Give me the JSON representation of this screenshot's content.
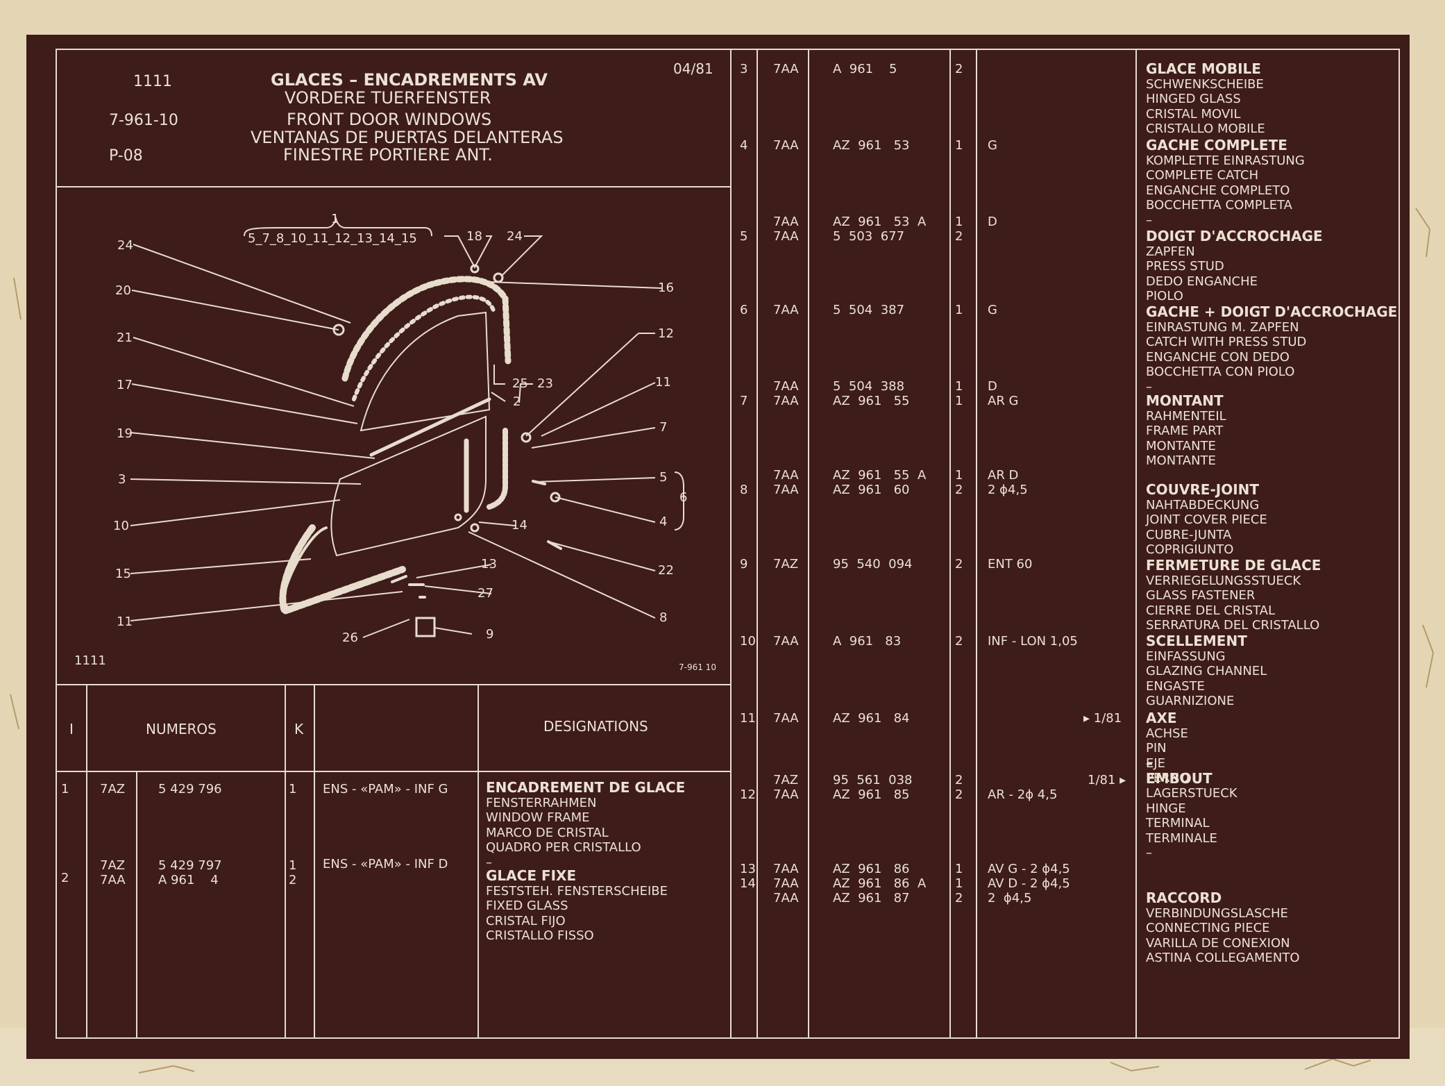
{
  "sheet": {
    "code": "1111",
    "ref": "7-961-10",
    "prod": "P-08",
    "date": "04/81",
    "title": [
      "GLACES – ENCADREMENTS AV",
      "VORDERE TUERFENSTER",
      "FRONT DOOR WINDOWS",
      "VENTANAS DE PUERTAS DELANTERAS",
      "FINESTRE PORTIERE ANT."
    ]
  },
  "diagram": {
    "code": "1111",
    "ref": "7-961 10",
    "group_label": "1",
    "group_numbers": "5_7_8_10_11_12_13_14_15",
    "left_callouts": [
      "24",
      "20",
      "21",
      "17",
      "19",
      "3",
      "10",
      "15",
      "11",
      "26"
    ],
    "top_callouts": [
      "18",
      "24"
    ],
    "right_callouts": [
      "16",
      "12",
      "25",
      "23",
      "2",
      "11",
      "7",
      "5",
      "6",
      "4",
      "14",
      "22",
      "13",
      "27",
      "8",
      "9"
    ]
  },
  "headers": {
    "col_i": "I",
    "col_numeros": "NUMEROS",
    "col_k": "K",
    "col_designations": "DESIGNATIONS"
  },
  "items_left": [
    {
      "ref": "1",
      "pre": "7AZ",
      "num": "5 429 796",
      "qty": "1",
      "note": "ENS - «PAM» - INF G",
      "desc": [
        "ENCADREMENT DE GLACE",
        "FENSTERRAHMEN",
        "WINDOW FRAME",
        "MARCO DE CRISTAL",
        "QUADRO PER CRISTALLO",
        "–"
      ]
    },
    {
      "ref": "2",
      "pre": "7AZ\n7AA",
      "num": "5 429 797\nA 961    4",
      "qty": "1\n2",
      "note": "ENS - «PAM» - INF D",
      "desc": [
        "GLACE FIXE",
        "FESTSTEH. FENSTERSCHEIBE",
        "FIXED GLASS",
        "CRISTAL FIJO",
        "CRISTALLO FISSO"
      ]
    }
  ],
  "items_right": [
    {
      "ref": "3",
      "pre": "7AA",
      "num": "A  961    5",
      "qty": "2",
      "note": "",
      "extra": "",
      "desc": [
        "GLACE MOBILE",
        "SCHWENKSCHEIBE",
        "HINGED GLASS",
        "CRISTAL MOVIL",
        "CRISTALLO MOBILE"
      ]
    },
    {
      "ref": "4",
      "pre": "7AA",
      "num": "AZ  961   53",
      "qty": "1",
      "note": "G",
      "extra": "",
      "desc": [
        "GACHE COMPLETE",
        "KOMPLETTE EINRASTUNG",
        "COMPLETE CATCH",
        "ENGANCHE COMPLETO",
        "BOCCHETTA COMPLETA",
        "–"
      ]
    },
    {
      "ref": "5",
      "pre": "7AA\n7AA",
      "num": "AZ  961   53  A\n5  503  677",
      "qty": "1\n2",
      "note": "D",
      "extra": "",
      "desc": [
        "DOIGT D'ACCROCHAGE",
        "ZAPFEN",
        "PRESS STUD",
        "DEDO ENGANCHE",
        "PIOLO"
      ]
    },
    {
      "ref": "6",
      "pre": "7AA",
      "num": "5  504  387",
      "qty": "1",
      "note": "G",
      "extra": "",
      "desc": [
        "GACHE + DOIGT D'ACCROCHAGE",
        "EINRASTUNG M. ZAPFEN",
        "CATCH WITH PRESS STUD",
        "ENGANCHE CON DEDO",
        "BOCCHETTA CON PIOLO",
        "–"
      ]
    },
    {
      "ref": "7",
      "pre": "7AA\n7AA",
      "num": "5  504  388\nAZ  961   55",
      "qty": "1\n1",
      "note": "D\nAR G",
      "extra": "",
      "desc": [
        "MONTANT",
        "RAHMENTEIL",
        "FRAME PART",
        "MONTANTE",
        "MONTANTE"
      ]
    },
    {
      "ref": "8",
      "pre": "7AA\n7AA",
      "num": "AZ  961   55  A\nAZ  961   60",
      "qty": "1\n2",
      "note": "AR D\n2 ϕ4,5",
      "extra": "",
      "desc": [
        "COUVRE-JOINT",
        "NAHTABDECKUNG",
        "JOINT COVER PIECE",
        "CUBRE-JUNTA",
        "COPRIGIUNTO"
      ]
    },
    {
      "ref": "9",
      "pre": "7AZ",
      "num": "95  540  094",
      "qty": "2",
      "note": "ENT 60",
      "extra": "",
      "desc": [
        "FERMETURE DE GLACE",
        "VERRIEGELUNGSSTUECK",
        "GLASS FASTENER",
        "CIERRE DEL CRISTAL",
        "SERRATURA DEL CRISTALLO"
      ]
    },
    {
      "ref": "10",
      "pre": "7AA",
      "num": "A  961   83",
      "qty": "2",
      "note": "INF - LON 1,05",
      "extra": "",
      "desc": [
        "SCELLEMENT",
        "EINFASSUNG",
        "GLAZING CHANNEL",
        "ENGASTE",
        "GUARNIZIONE"
      ]
    },
    {
      "ref": "11",
      "pre": "7AA",
      "num": "AZ  961   84",
      "qty": "",
      "note": "",
      "extra": "▸ 1/81",
      "desc": [
        "AXE",
        "ACHSE",
        "PIN",
        "EJE",
        "PERNO"
      ]
    },
    {
      "ref": "12",
      "pre": "7AZ\n7AA",
      "num": "95  561  038\nAZ  961   85",
      "qty": "2\n2",
      "note": "AR - 2ϕ 4,5",
      "extra": "1/81 ▸",
      "desc": [
        "–",
        "EMBOUT",
        "LAGERSTUECK",
        "HINGE",
        "TERMINAL",
        "TERMINALE",
        "–"
      ]
    },
    {
      "ref": "13\n14",
      "pre": "7AA\n7AA\n7AA",
      "num": "AZ  961   86\nAZ  961   86  A\nAZ  961   87",
      "qty": "1\n1\n2",
      "note": "AV G - 2 ϕ4,5\nAV D - 2 ϕ4,5\n2  ϕ4,5",
      "extra": "",
      "desc": [
        "RACCORD",
        "VERBINDUNGSLASCHE",
        "CONNECTING PIECE",
        "VARILLA DE CONEXION",
        "ASTINA COLLEGAMENTO"
      ]
    }
  ],
  "colors": {
    "sheet": "#3d1c1a",
    "ink": "#ece2d2",
    "paper": "#e6d9b8"
  }
}
